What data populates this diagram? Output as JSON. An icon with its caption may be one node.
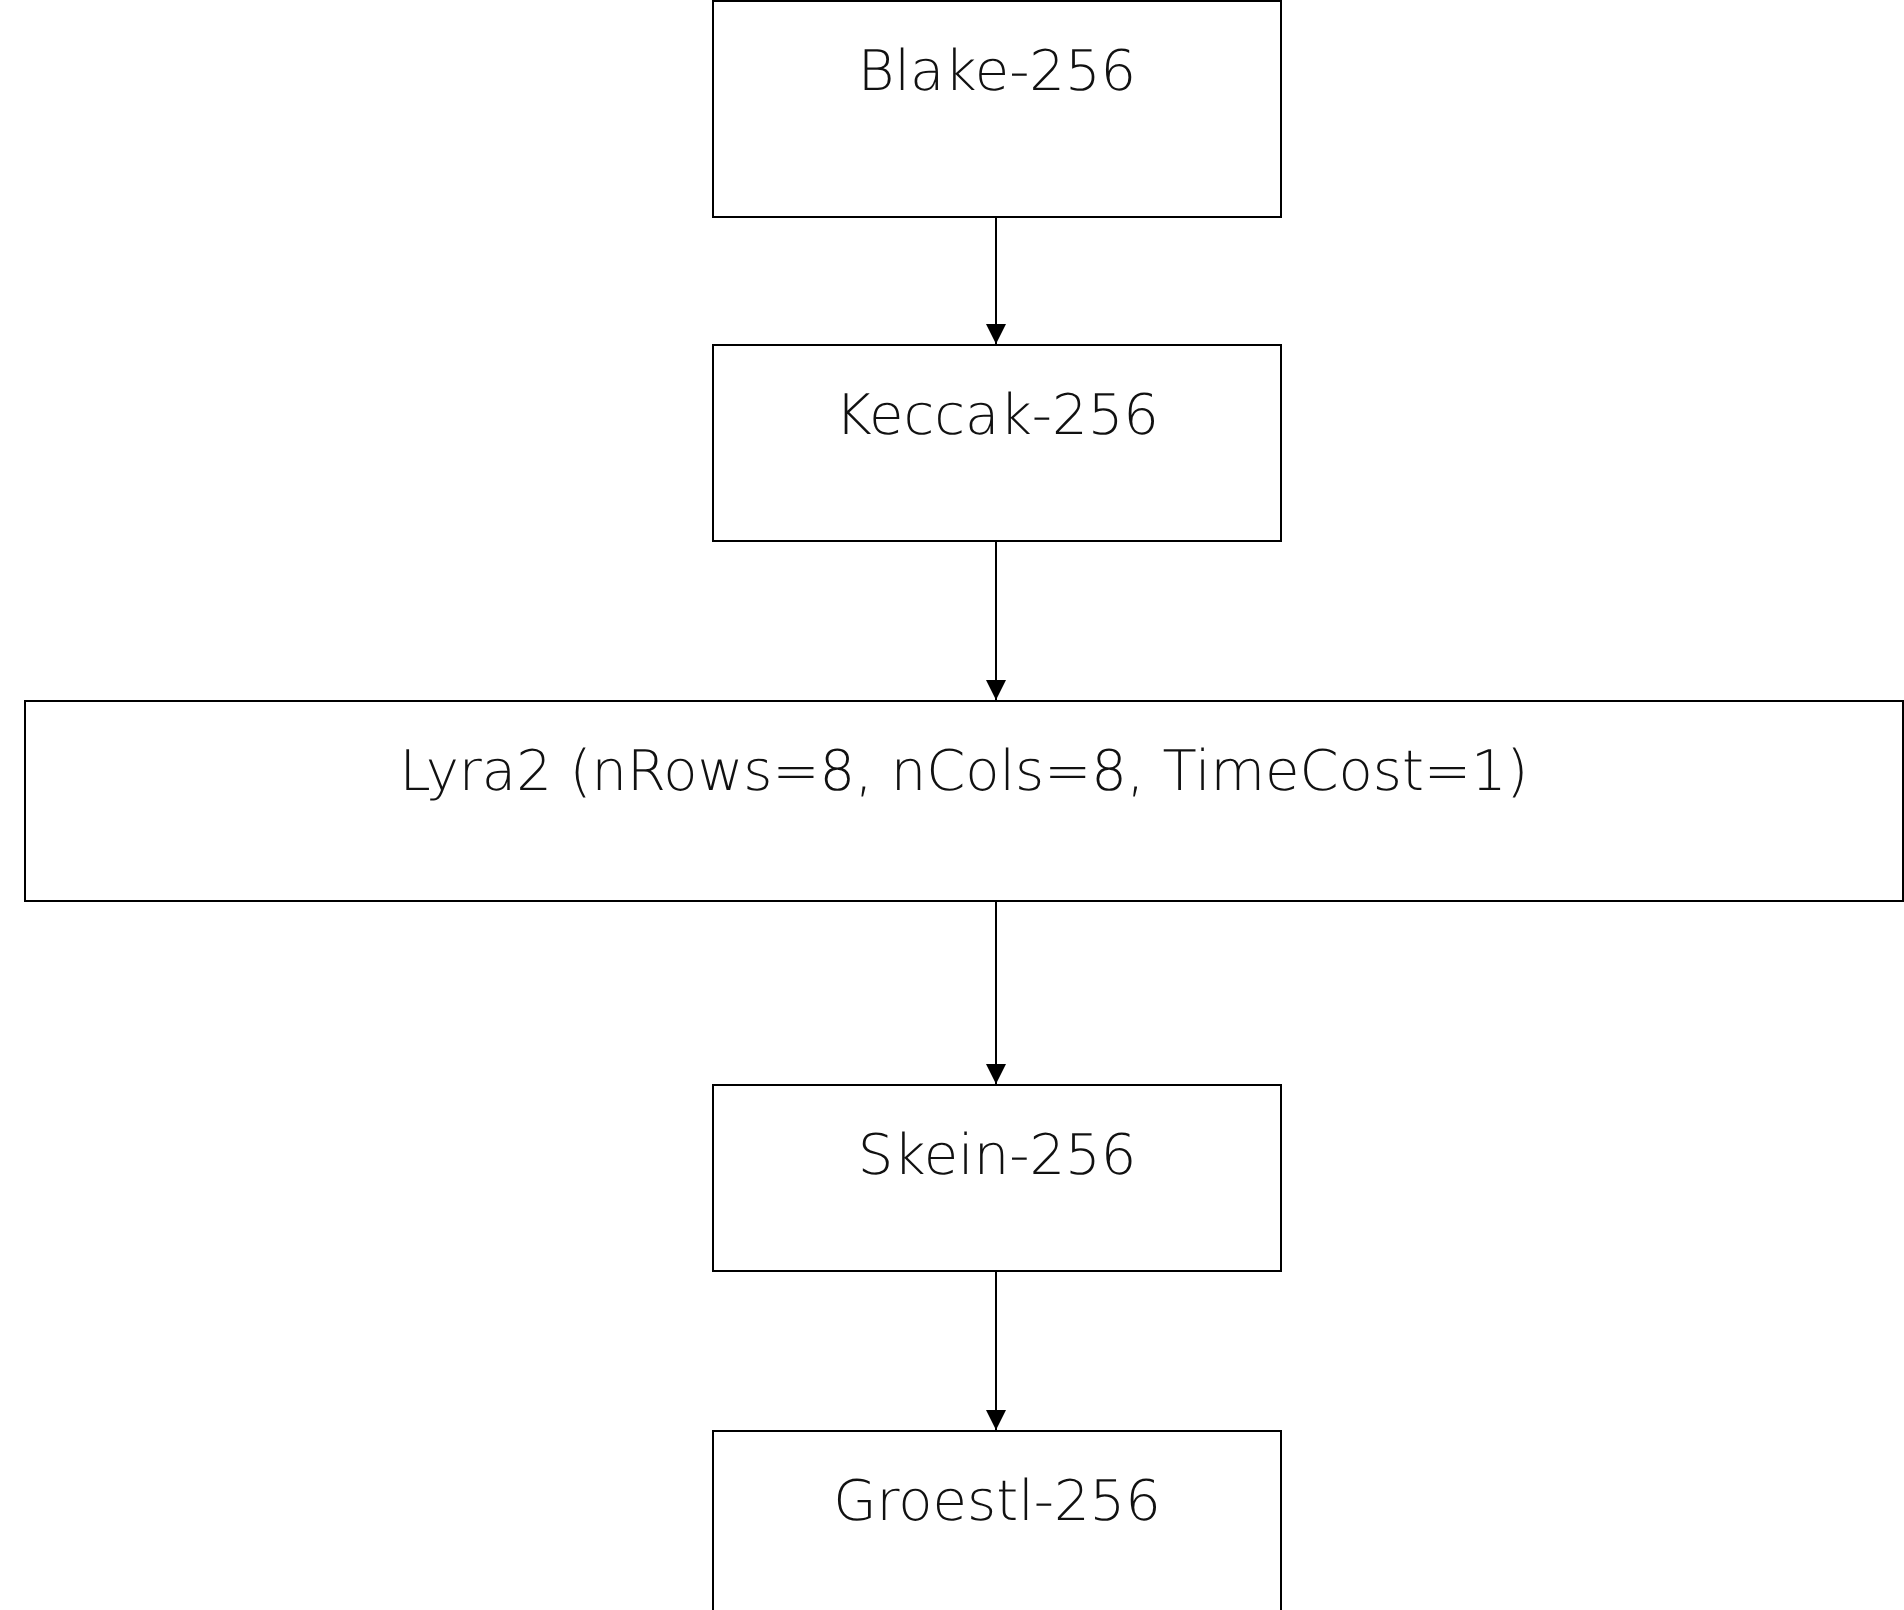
{
  "diagram": {
    "nodes": [
      {
        "text": [
          "Blake-256"
        ]
      },
      {
        "text": [
          "Keccak-256"
        ]
      },
      {
        "text": [
          "Lyra2 (nRows=8, nCols=8, TimeCost=1)"
        ]
      },
      {
        "text": [
          "Skein-256"
        ]
      },
      {
        "text": [
          "Groestl-256"
        ]
      }
    ],
    "edges": [
      {
        "from": 0,
        "to": 1,
        "arrow": "to"
      },
      {
        "from": 1,
        "to": 2,
        "arrow": "to"
      },
      {
        "from": 2,
        "to": 3,
        "arrow": "to"
      },
      {
        "from": 3,
        "to": 4,
        "arrow": "to"
      }
    ]
  }
}
